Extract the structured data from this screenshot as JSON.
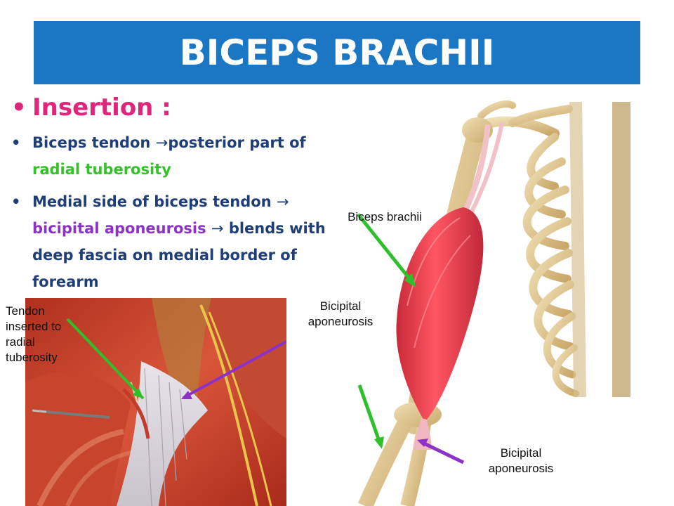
{
  "title": "BICEPS BRACHII",
  "heading": "Insertion :",
  "bullet1": {
    "part1": "Biceps tendon ",
    "arrow": "→",
    "part2": "posterior part of ",
    "highlight": "radial tuberosity"
  },
  "bullet2": {
    "part1": "Medial side of biceps tendon ",
    "arrow1": "→",
    "highlight": "bicipital aponeurosis",
    "arrow2": "→",
    "part2": " blends with deep fascia on medial border of forearm"
  },
  "labels": {
    "tendon": "Tendon inserted to radial tuberosity",
    "bicipital_mid": "Bicipital aponeurosis",
    "biceps_brachii": "Biceps brachii",
    "bicipital_bottom": "Bicipital aponeurosis"
  },
  "colors": {
    "title_bg": "#1b77c3",
    "heading": "#e0267b",
    "body_text": "#1f3e75",
    "green": "#34c12a",
    "purple": "#8d32c8"
  }
}
